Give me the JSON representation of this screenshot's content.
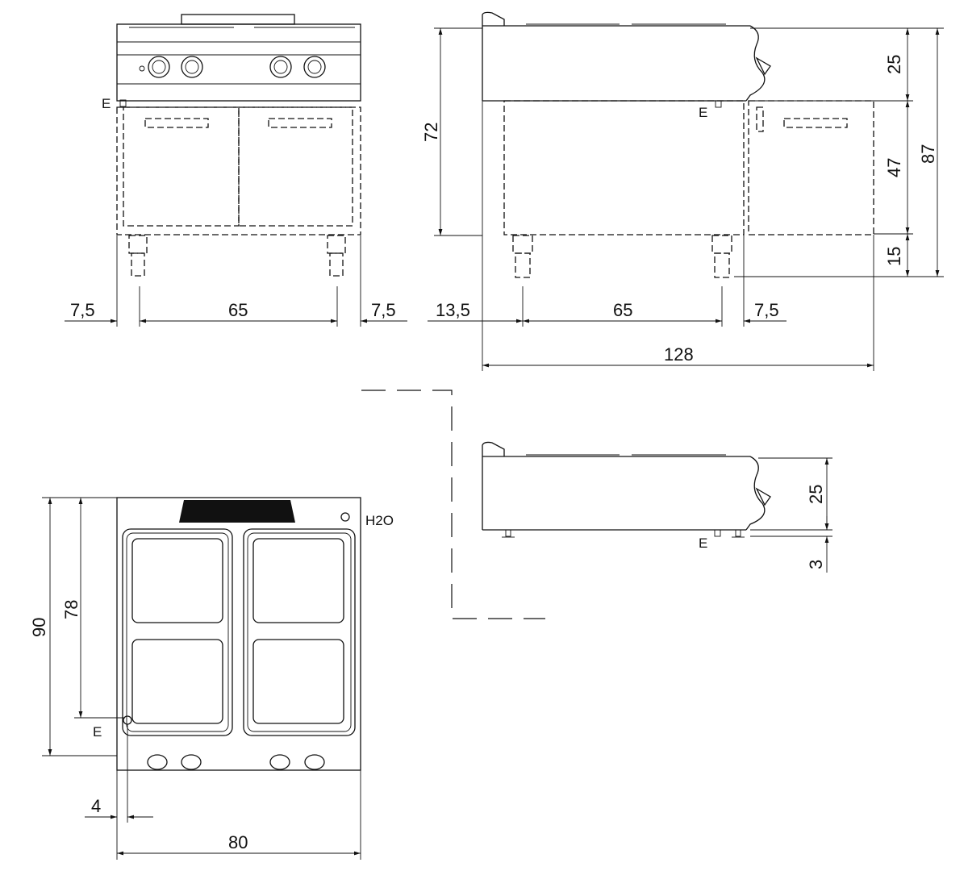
{
  "front_view": {
    "marker_e": "E",
    "dims": {
      "left_offset": "7,5",
      "leg_span": "65",
      "right_offset": "7,5"
    }
  },
  "side_view": {
    "marker_e": "E",
    "dims": {
      "height_total": "72",
      "top": "25",
      "cabinet": "47",
      "legs": "15",
      "overall": "87",
      "front_offset": "13,5",
      "leg_span": "65",
      "rear_offset": "7,5",
      "depth_total": "128"
    }
  },
  "plan_view": {
    "water_label": "H2O",
    "marker_e": "E",
    "dims": {
      "depth": "90",
      "e_depth": "78",
      "e_offset": "4",
      "width": "80"
    }
  },
  "top_unit_side_view": {
    "marker_e": "E",
    "dims": {
      "top": "25",
      "feet": "3"
    }
  }
}
